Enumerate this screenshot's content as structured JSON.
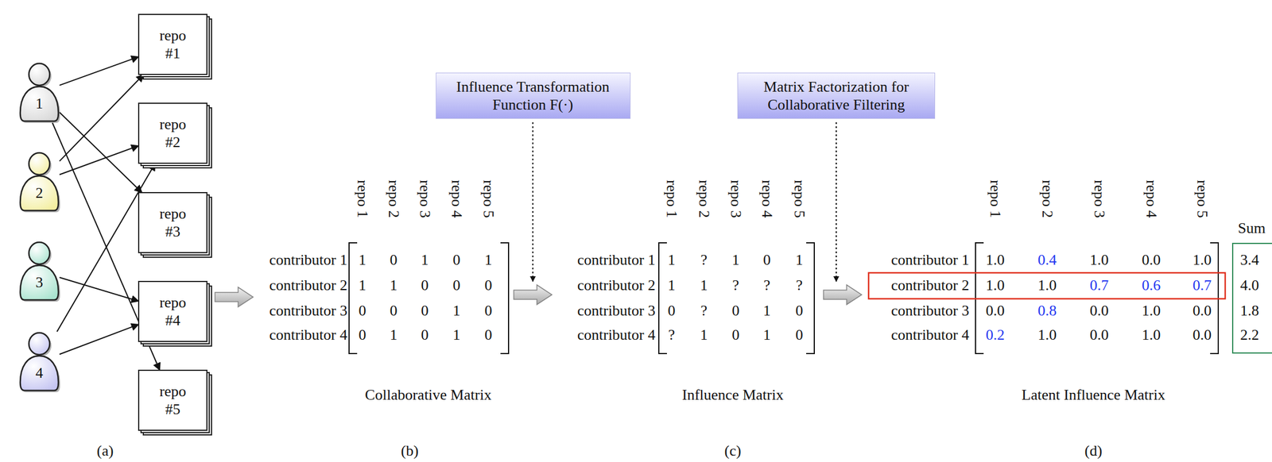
{
  "diagram": {
    "nodes": [
      {
        "text": [
          "1"
        ]
      },
      {
        "text": [
          "2"
        ]
      },
      {
        "text": [
          "3"
        ]
      },
      {
        "text": [
          "4"
        ]
      },
      {
        "text": [
          "repo #1"
        ]
      },
      {
        "text": [
          "repo #2"
        ]
      },
      {
        "text": [
          "repo #3"
        ]
      },
      {
        "text": [
          "repo #4"
        ]
      },
      {
        "text": [
          "repo #5"
        ]
      },
      {
        "text": [
          "Influence Transformation Function F(·)"
        ]
      },
      {
        "text": [
          "Matrix Factorization for Collaborative Filtering"
        ]
      },
      {
        "text": [
          "Sum",
          "3.4",
          "4.0",
          "1.8",
          "2.2"
        ]
      }
    ],
    "edges": [
      {
        "from": 0,
        "to": 4,
        "arrow": "to"
      },
      {
        "from": 0,
        "to": 6,
        "arrow": "to"
      },
      {
        "from": 0,
        "to": 8,
        "arrow": "to"
      },
      {
        "from": 1,
        "to": 4,
        "arrow": "to"
      },
      {
        "from": 1,
        "to": 5,
        "arrow": "to"
      },
      {
        "from": 2,
        "to": 7,
        "arrow": "to"
      },
      {
        "from": 3,
        "to": 5,
        "arrow": "to"
      },
      {
        "from": 3,
        "to": 7,
        "arrow": "to"
      }
    ],
    "labels": [
      "(a)",
      "repo 1",
      "repo 2",
      "repo 3",
      "repo 4",
      "repo 5",
      "contributor 1",
      "1",
      "0",
      "1",
      "0",
      "1",
      "contributor 2",
      "1",
      "1",
      "0",
      "0",
      "0",
      "contributor 3",
      "0",
      "0",
      "0",
      "1",
      "0",
      "contributor 4",
      "0",
      "1",
      "0",
      "1",
      "0",
      "Collaborative Matrix",
      "(b)",
      "repo 1",
      "repo 2",
      "repo 3",
      "repo 4",
      "repo 5",
      "contributor 1",
      "1",
      "?",
      "1",
      "0",
      "1",
      "contributor 2",
      "1",
      "1",
      "?",
      "?",
      "?",
      "contributor 3",
      "0",
      "?",
      "0",
      "1",
      "0",
      "contributor 4",
      "?",
      "1",
      "0",
      "1",
      "0",
      "Influence Matrix",
      "(c)",
      "repo 1",
      "repo 2",
      "repo 3",
      "repo 4",
      "repo 5",
      "contributor 1",
      "1.0",
      "0.4",
      "1.0",
      "0.0",
      "1.0",
      "contributor 2",
      "1.0",
      "1.0",
      "0.7",
      "0.6",
      "0.7",
      "contributor 3",
      "0.0",
      "0.8",
      "0.0",
      "1.0",
      "0.0",
      "contributor 4",
      "0.2",
      "1.0",
      "0.0",
      "1.0",
      "0.0",
      "Latent Influence Matrix",
      "(d)"
    ]
  }
}
